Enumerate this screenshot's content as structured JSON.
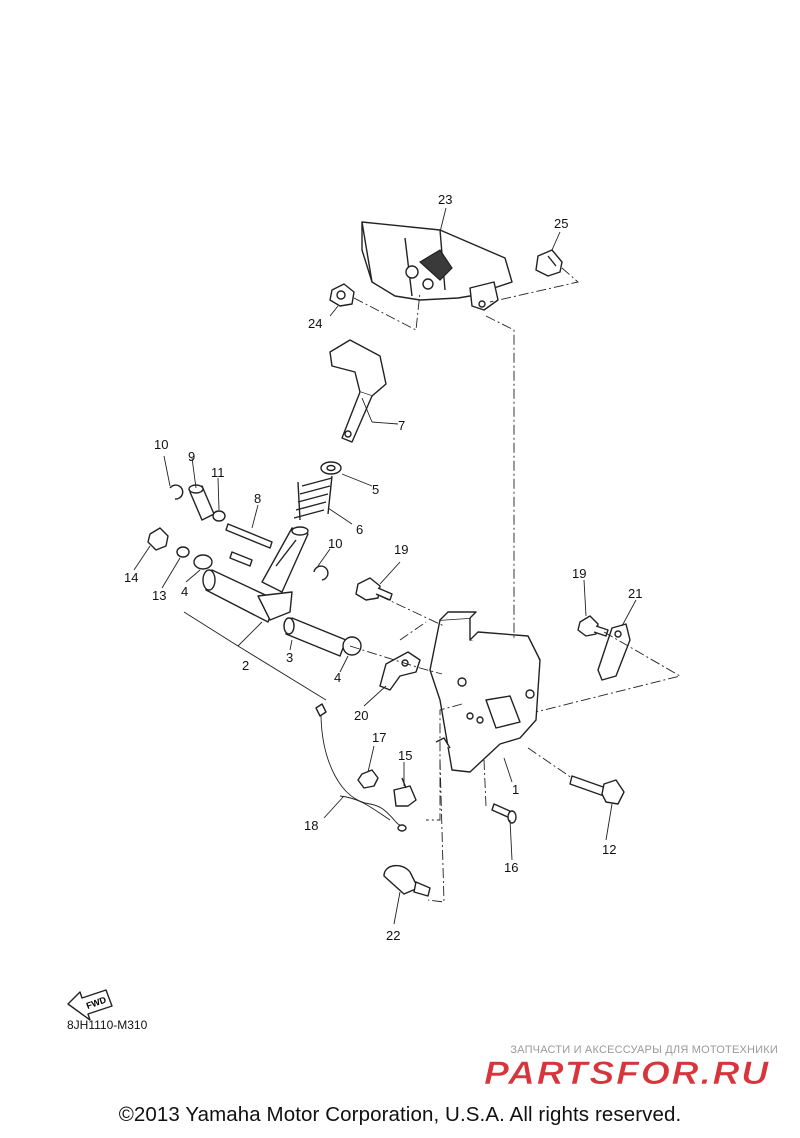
{
  "callouts": [
    "1",
    "2",
    "3",
    "4",
    "4",
    "5",
    "6",
    "7",
    "8",
    "9",
    "10",
    "10",
    "11",
    "12",
    "13",
    "14",
    "15",
    "16",
    "17",
    "18",
    "19",
    "19",
    "20",
    "21",
    "22",
    "23",
    "24",
    "25"
  ],
  "fwd_label": "FWD",
  "drawing_code": "8JH1110-M310",
  "watermark": {
    "tagline": "ЗАПЧАСТИ И АКСЕССУАРЫ ДЛЯ МОТОТЕХНИКИ",
    "logo_text": "PARTSFOR.RU",
    "logo_color": "#d8343c"
  },
  "copyright": "©2013 Yamaha Motor Corporation, U.S.A. All rights reserved."
}
